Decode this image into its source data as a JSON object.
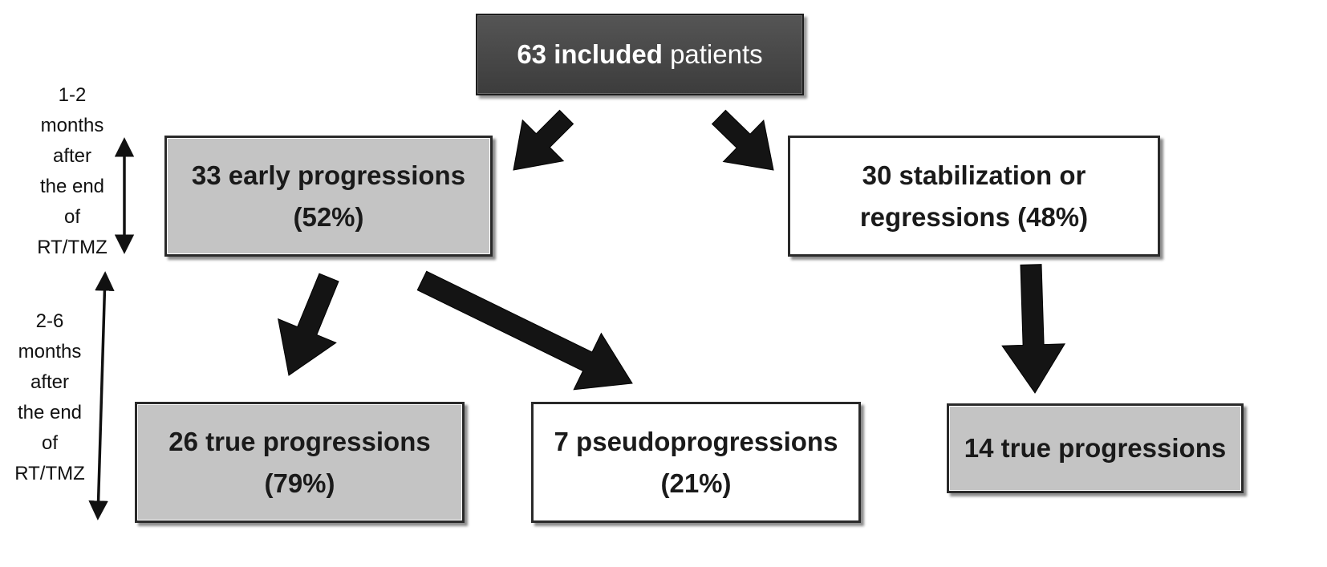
{
  "nodes": {
    "root": {
      "bold": "63 included",
      "normal": "patients"
    },
    "early_progressions": {
      "line1": "33 early progressions",
      "line2": "(52%)"
    },
    "stabilization": {
      "line1": "30 stabilization or",
      "line2": "regressions (48%)"
    },
    "true_progressions_early": {
      "line1": "26 true progressions",
      "line2": "(79%)"
    },
    "pseudoprogressions": {
      "line1": "7 pseudoprogressions",
      "line2": "(21%)"
    },
    "true_progressions_stable": {
      "line1": "14 true progressions"
    }
  },
  "timeline": {
    "period1": [
      "1-2",
      "months",
      "after",
      "the end",
      "of",
      "RT/TMZ"
    ],
    "period2": [
      "2-6",
      "months",
      "after",
      "the end",
      "of",
      "RT/TMZ"
    ]
  },
  "colors": {
    "dark_box": "#474747",
    "gray_box": "#c4c4c4",
    "white_box": "#ffffff",
    "arrow": "#141414"
  }
}
